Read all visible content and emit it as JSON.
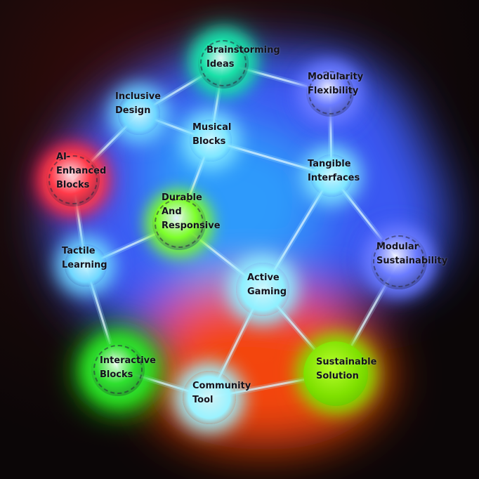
{
  "palette": {
    "blue": "#3f63ff",
    "cyan": "#22c9ff",
    "red": "#ff2030",
    "green": "#33ff22",
    "orange": "#ff5a10",
    "lime": "#8ce000",
    "edge": "#dff6ff"
  },
  "nodes": [
    {
      "id": "brainstorming",
      "label": "Brainstorming\nIdeas",
      "style": "device",
      "color": "#19e0a8"
    },
    {
      "id": "modularity",
      "label": "Modularity\nFlexibility",
      "style": "device",
      "color": "#6a7bff"
    },
    {
      "id": "inclusive",
      "label": "Inclusive\nDesign",
      "style": "soft",
      "color": "#6fd7ff"
    },
    {
      "id": "musical",
      "label": "Musical\nBlocks",
      "style": "soft",
      "color": "#7ee6ff"
    },
    {
      "id": "tangible",
      "label": "Tangible\nInterfaces",
      "style": "soft",
      "color": "#7ee6ff"
    },
    {
      "id": "ai",
      "label": "AI-\nEnhanced\nBlocks",
      "style": "device",
      "color": "#ff3a4a"
    },
    {
      "id": "durable",
      "label": "Durable\nAnd\nResponsive",
      "style": "device",
      "color": "#7dff2a"
    },
    {
      "id": "tactile",
      "label": "Tactile\nLearning",
      "style": "soft",
      "color": "#6fd7ff"
    },
    {
      "id": "modular-sus",
      "label": "Modular\nSustainability",
      "style": "device",
      "color": "#6a7bff"
    },
    {
      "id": "active",
      "label": "Active\nGaming",
      "style": "soft",
      "color": "#8ef0ff"
    },
    {
      "id": "interactive",
      "label": "Interactive\nBlocks",
      "style": "device",
      "color": "#2fe02f"
    },
    {
      "id": "community",
      "label": "Community\nTool",
      "style": "soft",
      "color": "#9af2ff"
    },
    {
      "id": "sustainable",
      "label": "Sustainable\nSolution",
      "style": "solid",
      "color": "#7fe000"
    }
  ],
  "edges": [
    [
      "brainstorming",
      "modularity"
    ],
    [
      "brainstorming",
      "inclusive"
    ],
    [
      "brainstorming",
      "musical"
    ],
    [
      "inclusive",
      "musical"
    ],
    [
      "inclusive",
      "ai"
    ],
    [
      "musical",
      "tangible"
    ],
    [
      "musical",
      "durable"
    ],
    [
      "modularity",
      "tangible"
    ],
    [
      "tangible",
      "active"
    ],
    [
      "tangible",
      "modular-sus"
    ],
    [
      "ai",
      "tactile"
    ],
    [
      "durable",
      "tactile"
    ],
    [
      "durable",
      "active"
    ],
    [
      "tactile",
      "interactive"
    ],
    [
      "interactive",
      "community"
    ],
    [
      "community",
      "active"
    ],
    [
      "community",
      "sustainable"
    ],
    [
      "active",
      "sustainable"
    ],
    [
      "sustainable",
      "modular-sus"
    ]
  ]
}
